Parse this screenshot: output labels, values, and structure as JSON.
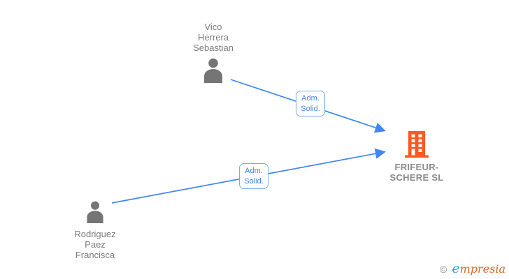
{
  "persons": [
    {
      "name_lines": [
        "Vico",
        "Herrera",
        "Sebastian"
      ],
      "icon": "person-icon"
    },
    {
      "name_lines": [
        "Rodriguez",
        "Paez",
        "Francisca"
      ],
      "icon": "person-icon"
    }
  ],
  "company": {
    "name_lines": [
      "FRIFEUR-",
      "SCHERE SL"
    ],
    "icon": "building-icon"
  },
  "edges": [
    {
      "from": "Vico Herrera Sebastian",
      "to": "FRIFEUR-SCHERE SL",
      "label_lines": [
        "Adm.",
        "Solid."
      ]
    },
    {
      "from": "Rodriguez Paez Francisca",
      "to": "FRIFEUR-SCHERE SL",
      "label_lines": [
        "Adm.",
        "Solid."
      ]
    }
  ],
  "watermark": {
    "copyright_symbol": "©",
    "brand_first_letter": "e",
    "brand_rest": "mpresia"
  },
  "colors": {
    "edge_blue": "#4285f4",
    "label_border_blue": "#7aa7f8",
    "label_text_blue": "#4285f4",
    "node_gray": "#757575",
    "name_text_gray": "#7c7c7c",
    "company_orange": "#ff5722",
    "logo_blue": "#3aa0c9",
    "logo_orange": "#e8621a"
  }
}
